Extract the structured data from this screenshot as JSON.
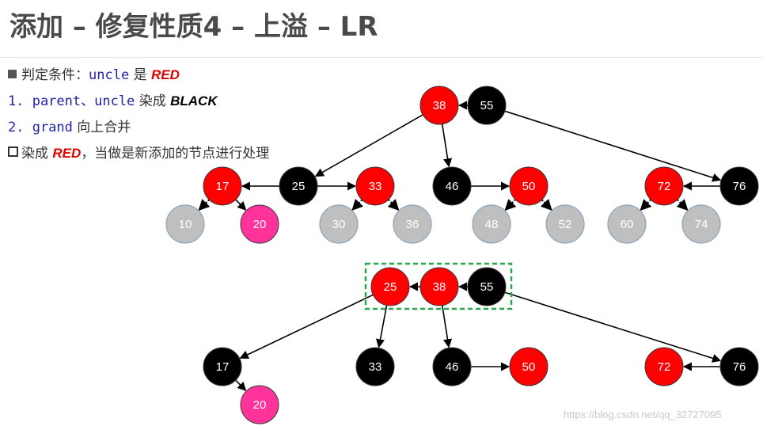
{
  "title": "添加 – 修复性质4 – 上溢 – LR",
  "bullets": {
    "b1": {
      "prefix": "判定条件：",
      "code": "uncle",
      "mid": " 是 ",
      "accent": "RED"
    },
    "b2": {
      "code": "1. parent、uncle",
      "mid": " 染成 ",
      "accent": "BLACK"
    },
    "b3": {
      "code": "2. grand",
      "mid": " 向上合并"
    },
    "b4": {
      "prefix": "染成 ",
      "accent": "RED",
      "suffix": "，当做是新添加的节点进行处理"
    }
  },
  "colors": {
    "red": "#ff0000",
    "black": "#000000",
    "gray": "#bfbfbf",
    "pink": "#ff3399",
    "highlight": "#22a84a"
  },
  "watermark": "https://blog.csdn.net/qq_32727095",
  "tree_top": {
    "nodes": [
      {
        "id": "t38",
        "label": "38",
        "color": "red"
      },
      {
        "id": "t55",
        "label": "55",
        "color": "black"
      },
      {
        "id": "t17",
        "label": "17",
        "color": "red"
      },
      {
        "id": "t25",
        "label": "25",
        "color": "black"
      },
      {
        "id": "t33",
        "label": "33",
        "color": "red"
      },
      {
        "id": "t46",
        "label": "46",
        "color": "black"
      },
      {
        "id": "t50",
        "label": "50",
        "color": "red"
      },
      {
        "id": "t72",
        "label": "72",
        "color": "red"
      },
      {
        "id": "t76",
        "label": "76",
        "color": "black"
      },
      {
        "id": "t10",
        "label": "10",
        "color": "gray"
      },
      {
        "id": "t20",
        "label": "20",
        "color": "pink"
      },
      {
        "id": "t30",
        "label": "30",
        "color": "gray"
      },
      {
        "id": "t36",
        "label": "36",
        "color": "gray"
      },
      {
        "id": "t48",
        "label": "48",
        "color": "gray"
      },
      {
        "id": "t52",
        "label": "52",
        "color": "gray"
      },
      {
        "id": "t60",
        "label": "60",
        "color": "gray"
      },
      {
        "id": "t74",
        "label": "74",
        "color": "gray"
      }
    ]
  },
  "tree_bottom": {
    "nodes": [
      {
        "id": "b25",
        "label": "25",
        "color": "red"
      },
      {
        "id": "b38",
        "label": "38",
        "color": "red"
      },
      {
        "id": "b55",
        "label": "55",
        "color": "black"
      },
      {
        "id": "b17",
        "label": "17",
        "color": "black"
      },
      {
        "id": "b33",
        "label": "33",
        "color": "black"
      },
      {
        "id": "b46",
        "label": "46",
        "color": "black"
      },
      {
        "id": "b50",
        "label": "50",
        "color": "red"
      },
      {
        "id": "b72",
        "label": "72",
        "color": "red"
      },
      {
        "id": "b76",
        "label": "76",
        "color": "black"
      },
      {
        "id": "b20",
        "label": "20",
        "color": "pink"
      }
    ]
  }
}
